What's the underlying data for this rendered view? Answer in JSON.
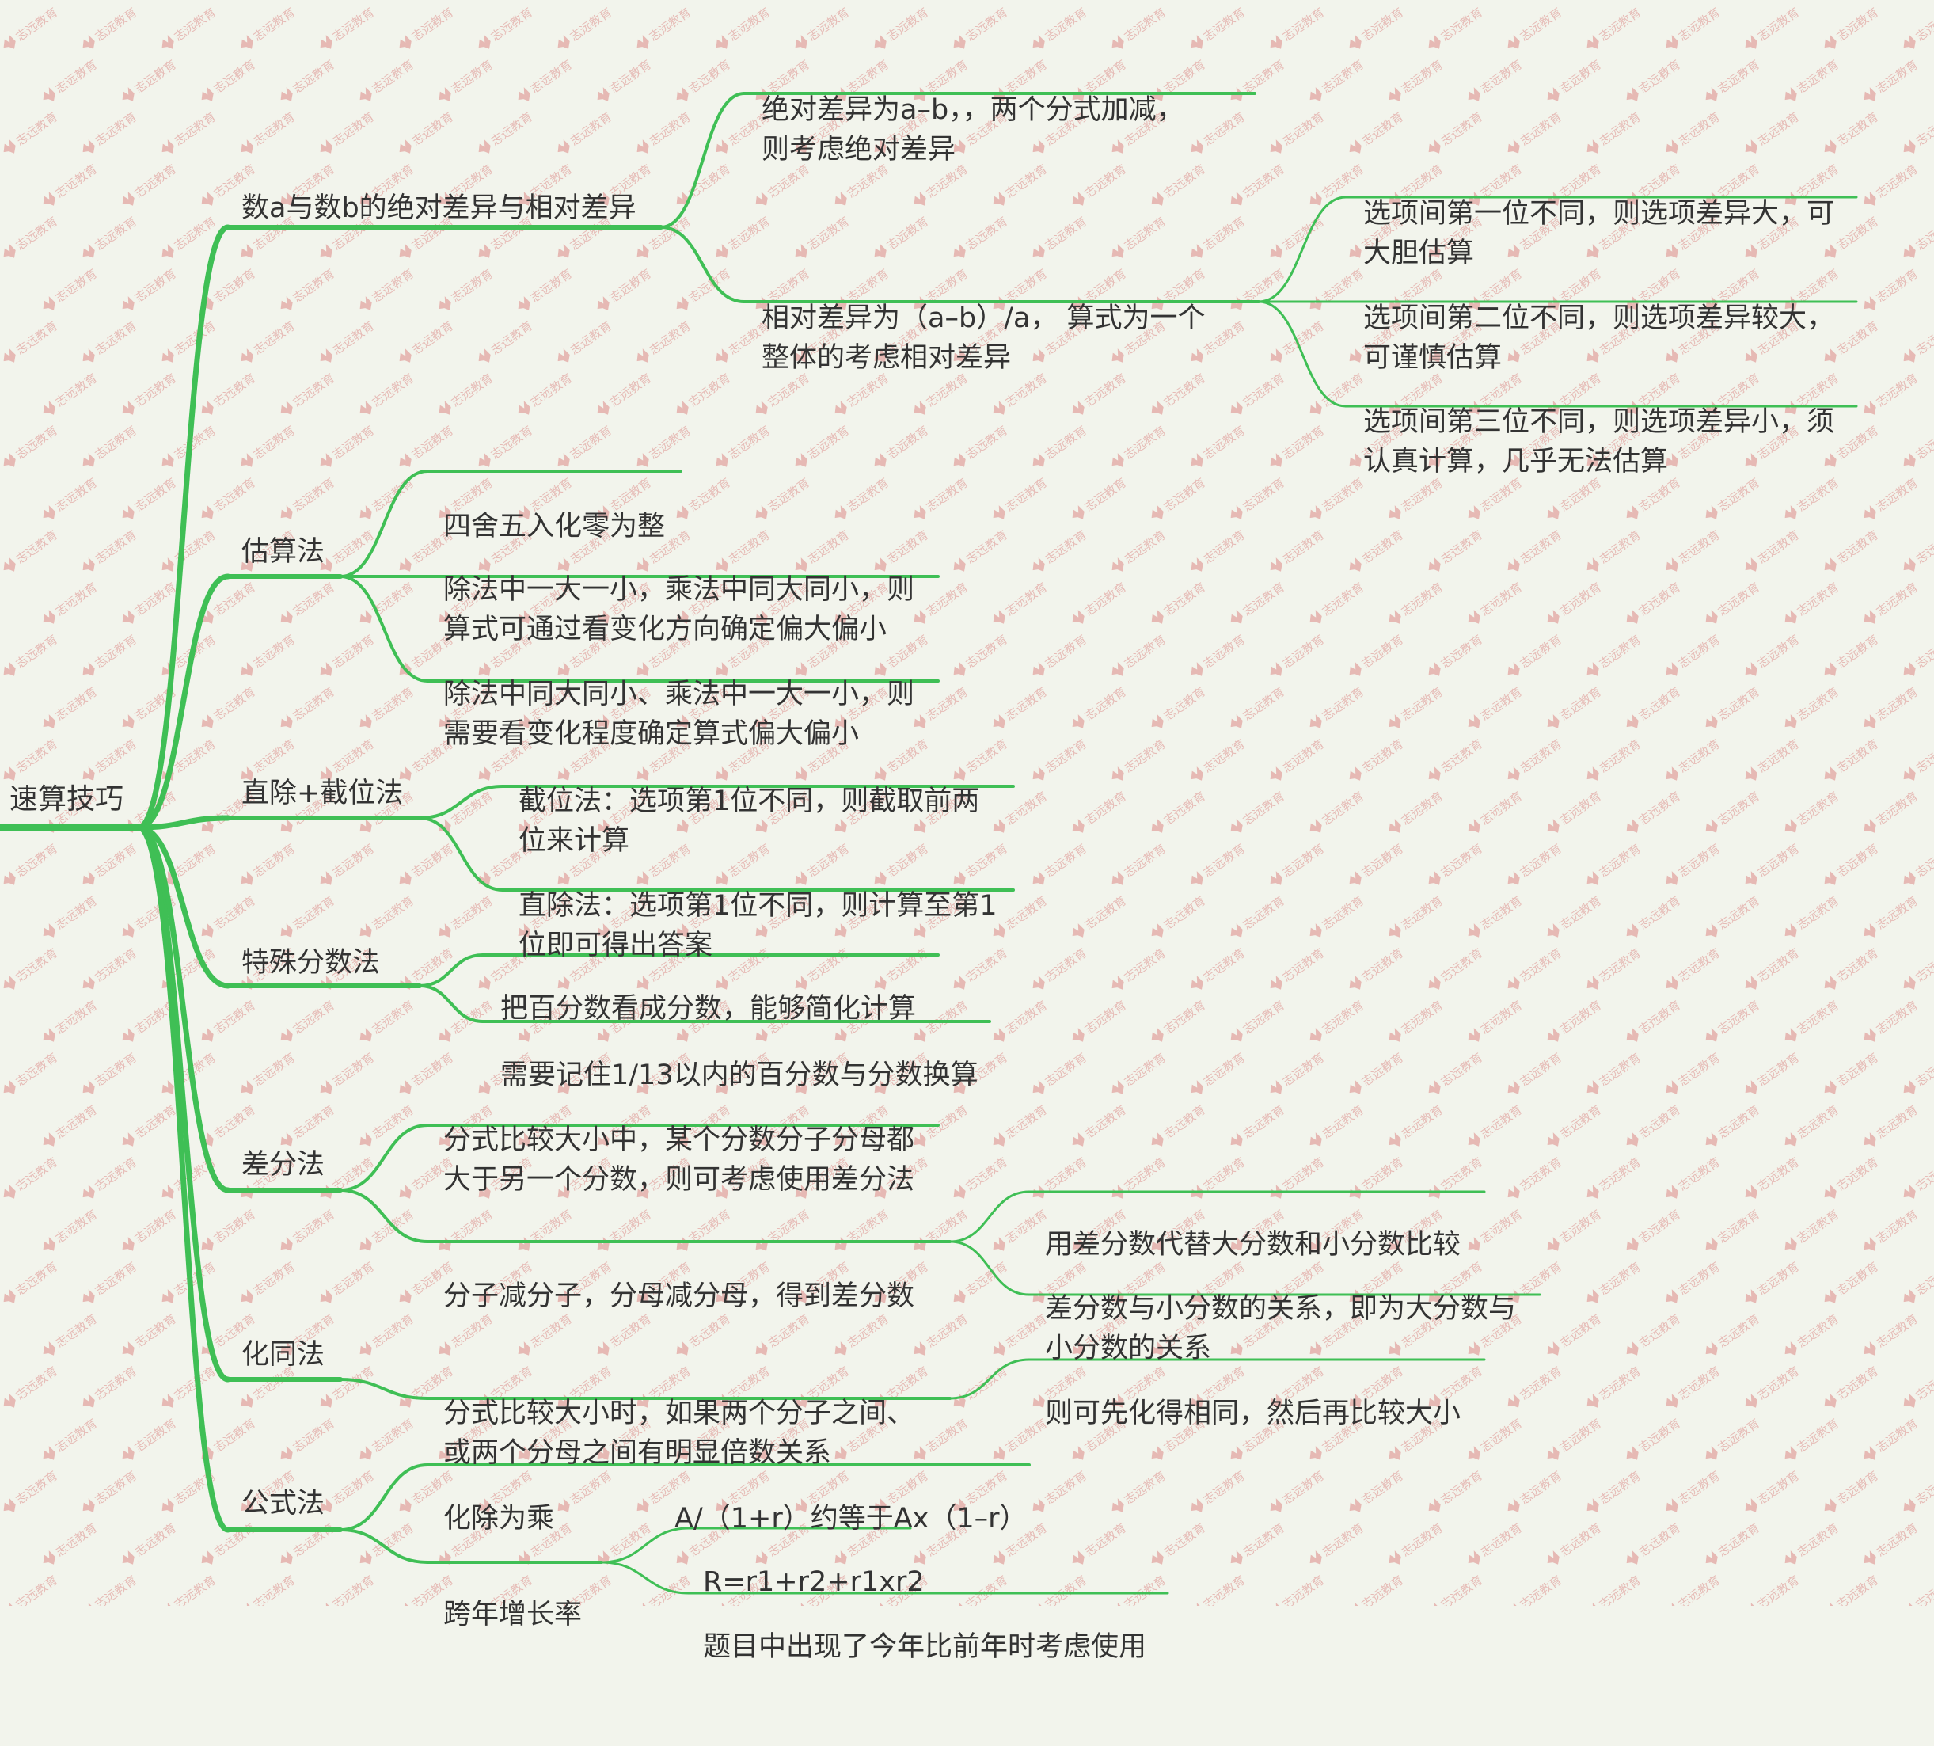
{
  "root": "速算技巧",
  "watermark": {
    "text": "志远教育",
    "color": "#cc3f3f"
  },
  "colors": {
    "branch": "#3fbf55",
    "text": "#333333",
    "background": "#f2f4ec"
  },
  "branches": [
    {
      "label": "数a与数b的绝对差异与相对差异",
      "children": [
        {
          "lines": [
            "绝对差异为a–b，，两个分式加减，",
            "则考虑绝对差异"
          ]
        },
        {
          "lines": [
            "相对差异为（a–b）/a， 算式为一个",
            "整体的考虑相对差异"
          ],
          "children": [
            {
              "lines": [
                "选项间第一位不同，则选项差异大，可",
                "大胆估算"
              ]
            },
            {
              "lines": [
                "选项间第二位不同，则选项差异较大，",
                "可谨慎估算"
              ]
            },
            {
              "lines": [
                "选项间第三位不同，则选项差异小，须",
                "认真计算，几乎无法估算"
              ]
            }
          ]
        }
      ]
    },
    {
      "label": "估算法",
      "children": [
        {
          "lines": [
            "四舍五入化零为整"
          ]
        },
        {
          "lines": [
            "除法中一大一小，乘法中同大同小，则",
            "算式可通过看变化方向确定偏大偏小"
          ]
        },
        {
          "lines": [
            "除法中同大同小、乘法中一大一小，则",
            "需要看变化程度确定算式偏大偏小"
          ]
        }
      ]
    },
    {
      "label": "直除+截位法",
      "children": [
        {
          "lines": [
            "截位法：选项第1位不同，则截取前两",
            "位来计算"
          ]
        },
        {
          "lines": [
            "直除法：选项第1位不同，则计算至第1",
            "位即可得出答案"
          ]
        }
      ]
    },
    {
      "label": "特殊分数法",
      "children": [
        {
          "lines": [
            "把百分数看成分数，能够简化计算"
          ]
        },
        {
          "lines": [
            "需要记住1/13以内的百分数与分数换算"
          ]
        }
      ]
    },
    {
      "label": "差分法",
      "children": [
        {
          "lines": [
            "分式比较大小中，某个分数分子分母都",
            "大于另一个分数，则可考虑使用差分法"
          ]
        },
        {
          "lines": [
            "分子减分子，分母减分母，得到差分数"
          ],
          "children": [
            {
              "lines": [
                "用差分数代替大分数和小分数比较"
              ]
            },
            {
              "lines": [
                "差分数与小分数的关系，即为大分数与",
                "小分数的关系"
              ]
            }
          ]
        }
      ]
    },
    {
      "label": "化同法",
      "children": [
        {
          "lines": [
            "分式比较大小时，如果两个分子之间、",
            "或两个分母之间有明显倍数关系"
          ],
          "children": [
            {
              "lines": [
                "则可先化得相同，然后再比较大小"
              ]
            }
          ]
        }
      ]
    },
    {
      "label": "公式法",
      "children": [
        {
          "lines": [
            "化除为乘"
          ],
          "children": [
            {
              "lines": [
                "A/（1+r）约等于Ax（1–r）"
              ]
            }
          ]
        },
        {
          "lines": [
            "跨年增长率"
          ],
          "children": [
            {
              "lines": [
                "R=r1+r2+r1xr2"
              ]
            },
            {
              "lines": [
                "题目中出现了今年比前年时考虑使用"
              ]
            }
          ]
        }
      ]
    }
  ]
}
